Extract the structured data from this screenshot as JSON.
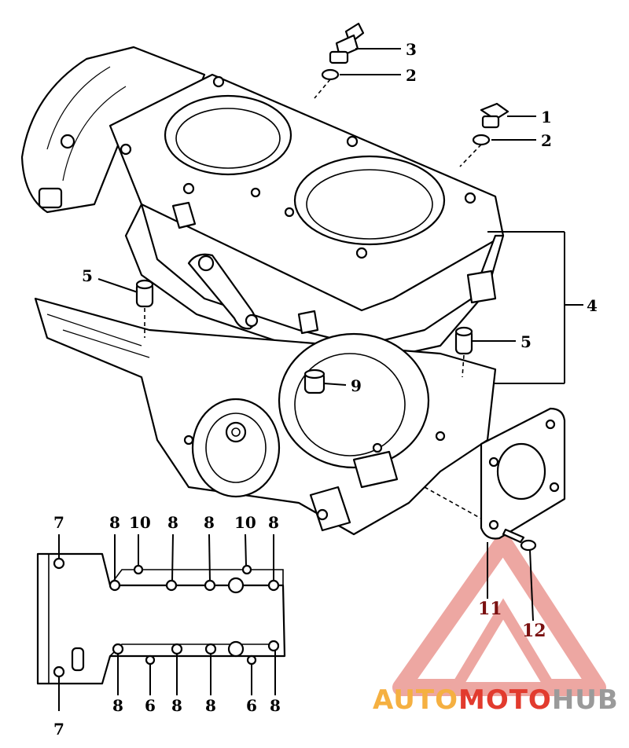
{
  "callouts": {
    "c1": "1",
    "c2a": "2",
    "c2b": "2",
    "c3": "3",
    "c4": "4",
    "c5a": "5",
    "c5b": "5",
    "c9": "9",
    "c11": "11",
    "c12": "12",
    "top": [
      "7",
      "8",
      "10",
      "8",
      "8",
      "10",
      "8"
    ],
    "bottom": [
      "8",
      "6",
      "8",
      "8",
      "6",
      "8"
    ],
    "c7b": "7"
  },
  "watermark": {
    "part1": "AUTO",
    "part2": "MOTO",
    "part3": "HUB",
    "colors": {
      "orange": "#f5b041",
      "red": "#e23b2e",
      "gray": "#9a9a9a"
    }
  }
}
